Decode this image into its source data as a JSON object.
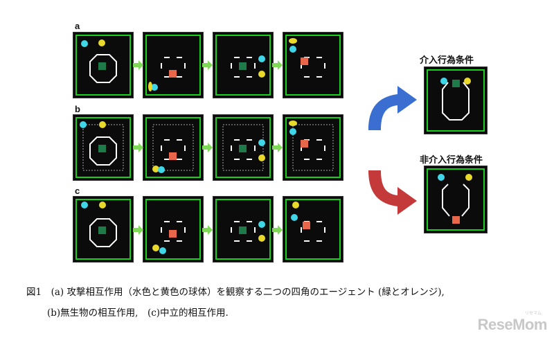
{
  "figure": {
    "row_labels": [
      "a",
      "b",
      "c"
    ],
    "condition_titles": {
      "intervention": "介入行為条件",
      "non_intervention": "非介入行為条件"
    },
    "caption": {
      "line1": "図1　(a) 攻撃相互作用（水色と黄色の球体）を観察する二つの四角のエージェント (緑とオレンジ),",
      "line2": "(b)無生物の相互作用,　(c)中立的相互作用."
    },
    "colors": {
      "panel_frame": "#19d01f",
      "arrow_green": "#7ed957",
      "curve_blue": "#3a6fd1",
      "curve_red": "#c43a3a",
      "agent_green": "#1f7a4a",
      "agent_orange": "#e8664a",
      "ball_cyan": "#3fd6e8",
      "ball_yellow": "#e8d92a"
    }
  },
  "logo": {
    "text": "ReseMom",
    "sub": "リセマム"
  }
}
